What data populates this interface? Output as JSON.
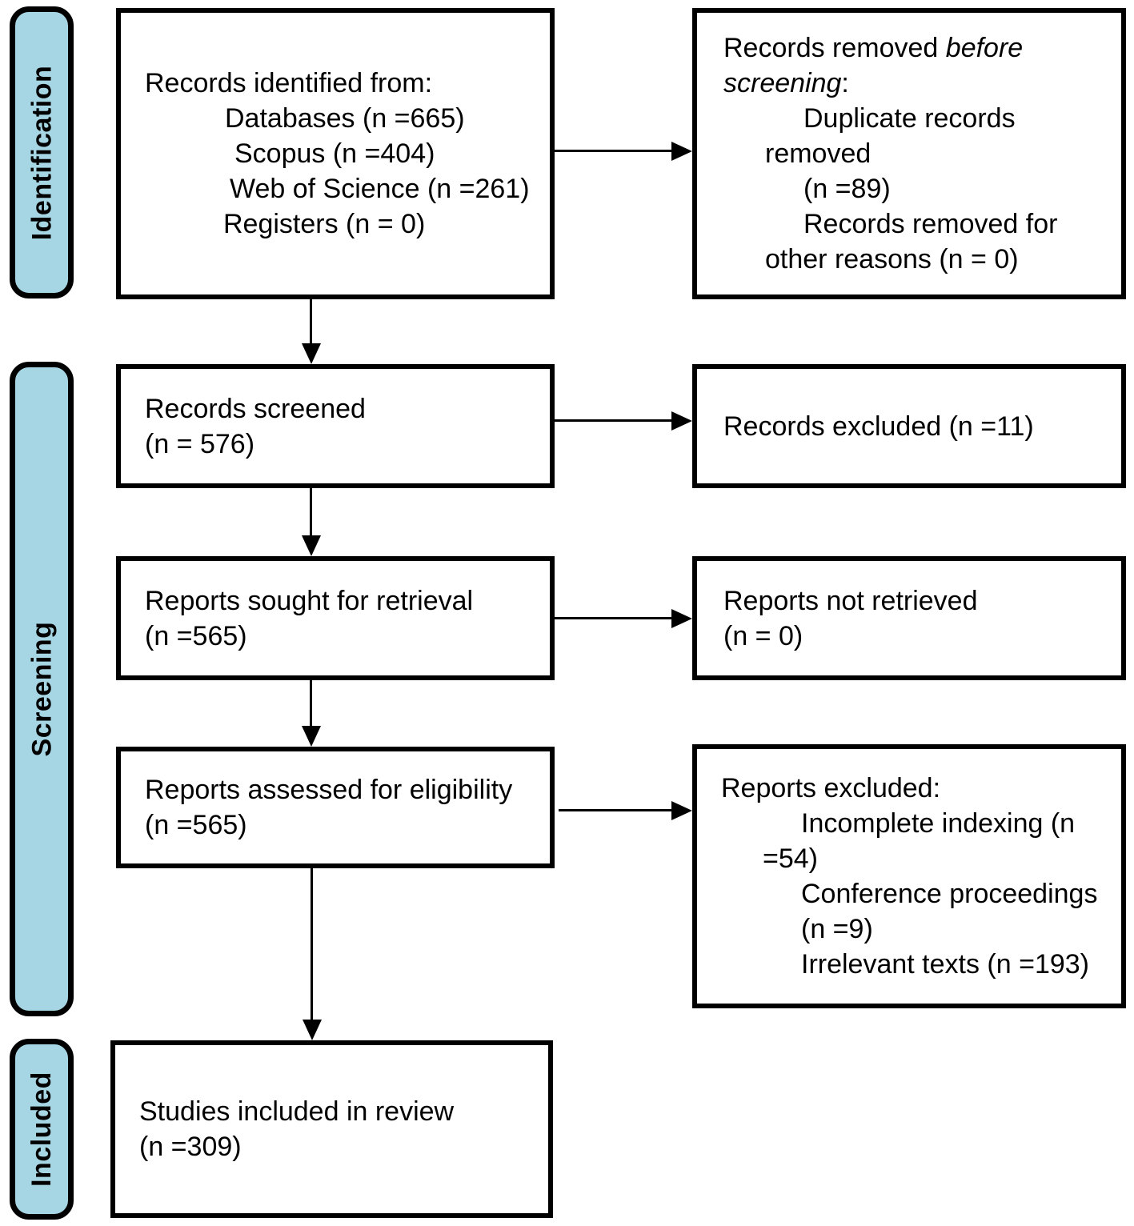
{
  "colors": {
    "stage_fill": "#A6D5E4",
    "box_fill": "#FFFFFF",
    "line_color": "#000000"
  },
  "stage_labels": {
    "identification": "Identification",
    "screening": "Screening",
    "included": "Included"
  },
  "boxes": {
    "records_identified": {
      "title": "Records identified from:",
      "databases": "Databases (n =665)",
      "scopus": "Scopus (n =404)",
      "web_of_science": "Web of Science (n =261)",
      "registers": "Registers (n = 0)"
    },
    "records_removed": {
      "line1_normal": "Records removed ",
      "line1_italic": "before",
      "line2_italic": "screening",
      "line2_normal": ":",
      "duplicate_l1": "Duplicate records",
      "duplicate_l2": "removed",
      "duplicate_l3": "(n =89)",
      "other_l1": "Records removed for",
      "other_l2": "other reasons (n = 0)"
    },
    "records_screened": {
      "line1": "Records screened",
      "line2": "(n = 576)"
    },
    "records_excluded": {
      "line1": "Records excluded (n =11)"
    },
    "reports_sought": {
      "line1": "Reports sought for retrieval",
      "line2": "(n =565)"
    },
    "reports_not_retrieved": {
      "line1": "Reports not retrieved",
      "line2": "(n = 0)"
    },
    "reports_assessed": {
      "line1": "Reports assessed for eligibility",
      "line2": "(n =565)"
    },
    "reports_excluded": {
      "title": "Reports excluded:",
      "incomplete_l1": "Incomplete indexing (n",
      "incomplete_l2": "=54)",
      "conference_l1": "Conference proceedings",
      "conference_l2": "(n =9)",
      "irrelevant": "Irrelevant texts (n =193)"
    },
    "studies_included": {
      "line1": "Studies included in review",
      "line2": "(n =309)"
    }
  }
}
